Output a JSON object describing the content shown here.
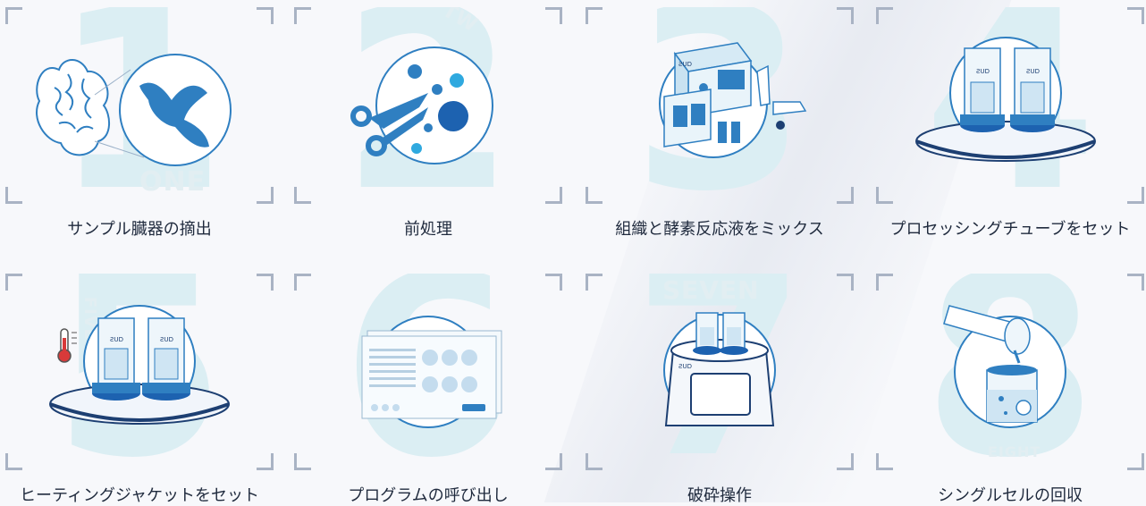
{
  "steps": [
    {
      "number": "1",
      "word": "ONE",
      "caption": "サンプル臓器の摘出",
      "illustration": "brain-tissue-icon"
    },
    {
      "number": "2",
      "word": "TW",
      "caption": "前処理",
      "illustration": "scissors-icon"
    },
    {
      "number": "3",
      "word": "",
      "caption": "組織と酵素反応液をミックス",
      "illustration": "reagent-box-icon"
    },
    {
      "number": "4",
      "word": "",
      "caption": "プロセッシングチューブをセット",
      "illustration": "tube-stand-icon"
    },
    {
      "number": "5",
      "word": "FIVE",
      "caption": "ヒーティングジャケットをセット",
      "illustration": "thermometer-icon"
    },
    {
      "number": "6",
      "word": "",
      "caption": "プログラムの呼び出し",
      "illustration": "program-screen-icon"
    },
    {
      "number": "7",
      "word": "SEVEN",
      "caption": "破砕操作",
      "illustration": "dissociator-device-icon"
    },
    {
      "number": "8",
      "word": "EIGHT",
      "caption": "シングルセルの回収",
      "illustration": "pour-tube-icon"
    }
  ],
  "brand_label": "ƧUD",
  "colors": {
    "accent": "#2f7fc1",
    "light": "#9fd0ea",
    "navy": "#1d3f72",
    "number_watermark": "#dbeef3",
    "corner": "#a9b3c4"
  }
}
